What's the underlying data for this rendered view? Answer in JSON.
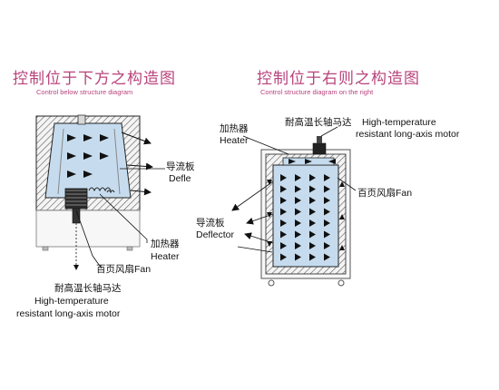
{
  "colors": {
    "accent": "#b8437c",
    "interior": "#c6dcee",
    "wall_hatch": "#555555",
    "line": "#111111"
  },
  "left_diagram": {
    "title": "控制位于下方之构造图",
    "subtitle": "Control below structure diagram",
    "labels": {
      "deflector_cn": "导流板",
      "deflector_en": "Defle",
      "heater_cn": "加热器",
      "heater_en": "Heater",
      "fan": "百页风扇Fan",
      "motor_cn": "耐高温长轴马达",
      "motor_en1": "High-temperature",
      "motor_en2": "resistant long-axis motor"
    }
  },
  "right_diagram": {
    "title": "控制位于右则之构造图",
    "subtitle": "Control structure diagram on the right",
    "labels": {
      "heater_cn": "加热器",
      "heater_en": "Heater",
      "motor_cn": "耐高温长轴马达",
      "motor_en1": "High-temperature",
      "motor_en2": "resistant long-axis motor",
      "fan": "百页风扇Fan",
      "deflector_cn": "导流板",
      "deflector_en": "Deflector"
    }
  }
}
